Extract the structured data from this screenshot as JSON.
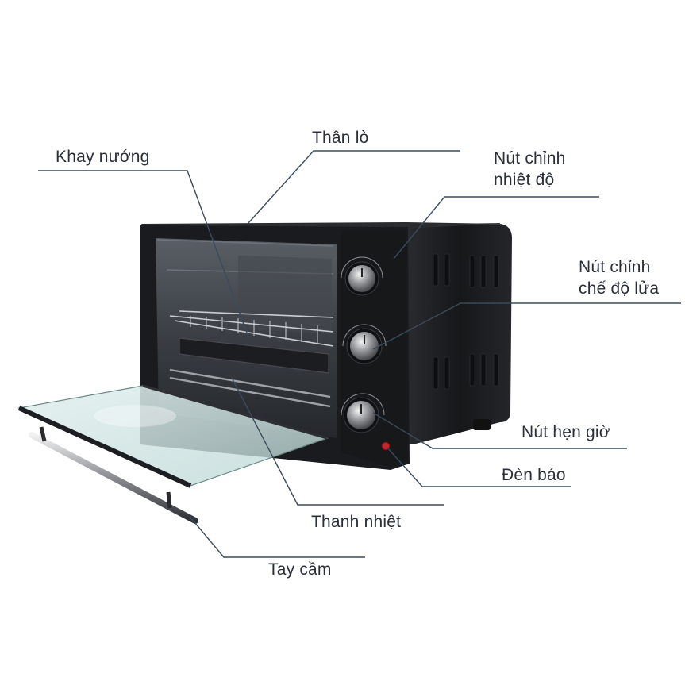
{
  "labels": {
    "than_lo": "Thân lò",
    "khay_nuong": "Khay nướng",
    "nut_nhiet_do": [
      "Nút chỉnh",
      "nhiệt độ"
    ],
    "nut_che_do": [
      "Nút chỉnh",
      "chế độ lửa"
    ],
    "nut_hen_gio": "Nút hẹn giờ",
    "den_bao": "Đèn báo",
    "thanh_nhiet": "Thanh nhiệt",
    "tay_cam": "Tay cầm"
  },
  "colors": {
    "leader_line": "#3b4a5c",
    "oven_body": "#1b1c1f",
    "glass": "#cfe3e3",
    "indicator_light": "#c0262b"
  }
}
